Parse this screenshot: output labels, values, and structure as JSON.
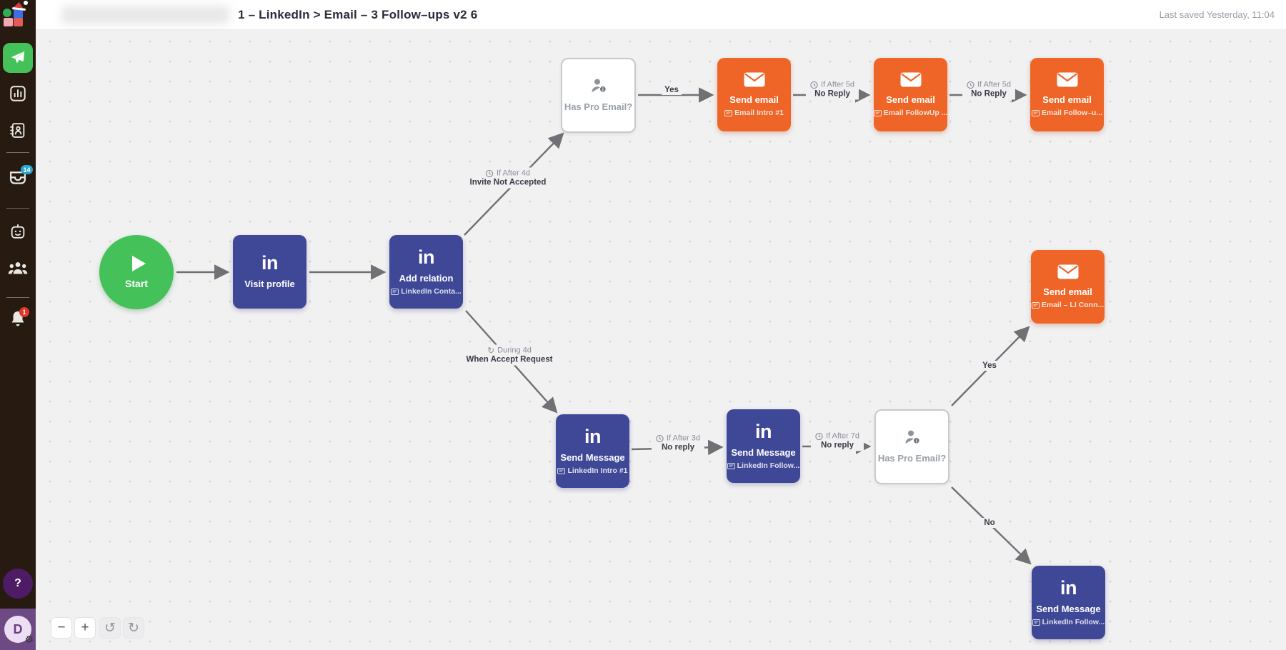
{
  "header": {
    "title": "1 – LinkedIn > Email – 3 Follow–ups v2 6",
    "last_saved": "Last saved Yesterday, 11:04"
  },
  "sidebar": {
    "inbox_badge": "14",
    "notification_badge": "1",
    "icons": {
      "help": "?",
      "gear": "⚙",
      "undo": "↺",
      "redo": "↻"
    },
    "avatar_initial": "D"
  },
  "flow": {
    "start": {
      "label": "Start"
    },
    "visit_profile": {
      "icon": "in",
      "title": "Visit profile"
    },
    "add_relation": {
      "icon": "in",
      "title": "Add relation",
      "template": "LinkedIn Conta..."
    },
    "has_pro_email_top": {
      "title": "Has Pro Email?"
    },
    "email_intro": {
      "title": "Send email",
      "template": "Email Intro #1"
    },
    "email_followup": {
      "title": "Send email",
      "template": "Email FollowUp ..."
    },
    "email_followup2": {
      "title": "Send email",
      "template": "Email Follow–u..."
    },
    "msg_intro": {
      "icon": "in",
      "title": "Send Message",
      "template": "LinkedIn Intro #1"
    },
    "msg_followup": {
      "icon": "in",
      "title": "Send Message",
      "template": "LinkedIn Follow..."
    },
    "has_pro_email_bottom": {
      "title": "Has Pro Email?"
    },
    "email_li_conn": {
      "title": "Send email",
      "template": "Email – LI Conn..."
    },
    "msg_followup2": {
      "icon": "in",
      "title": "Send Message",
      "template": "LinkedIn Follow..."
    }
  },
  "edges": {
    "invite": {
      "condition": "If After 4d",
      "event": "Invite Not Accepted"
    },
    "accept": {
      "condition": "During 4d",
      "event": "When Accept Request"
    },
    "yes_top": "Yes",
    "reply5d_a": {
      "condition": "If After 5d",
      "event": "No Reply"
    },
    "reply5d_b": {
      "condition": "If After 5d",
      "event": "No Reply"
    },
    "reply3d": {
      "condition": "If After 3d",
      "event": "No reply"
    },
    "reply7d": {
      "condition": "If After 7d",
      "event": "No reply"
    },
    "yes_bottom": "Yes",
    "no_bottom": "No"
  },
  "controls": {
    "zoom_out": "−",
    "zoom_in": "+"
  },
  "colors": {
    "accent_green": "#45c159",
    "node_purple": "#3f4897",
    "node_orange": "#ef6527",
    "inbox_badge": "#27a4cf",
    "alert_badge": "#e3362b",
    "edge": "#717175"
  }
}
